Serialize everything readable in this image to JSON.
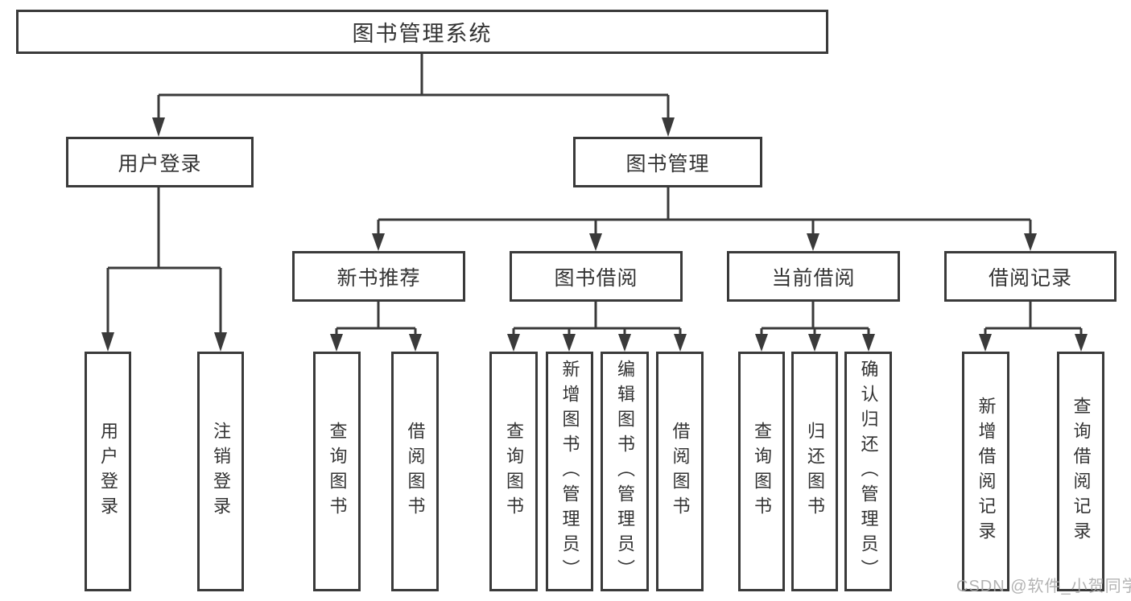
{
  "diagram": {
    "title": "图书管理系统",
    "nodes": {
      "root": {
        "label": "图书管理系统"
      },
      "level2": [
        {
          "id": "user-login",
          "label": "用户登录"
        },
        {
          "id": "book-management",
          "label": "图书管理"
        }
      ],
      "level3": [
        {
          "id": "new-book-recommendation",
          "label": "新书推荐",
          "parent": "图书管理"
        },
        {
          "id": "book-borrowing",
          "label": "图书借阅",
          "parent": "图书管理"
        },
        {
          "id": "current-borrowing",
          "label": "当前借阅",
          "parent": "图书管理"
        },
        {
          "id": "borrowing-records",
          "label": "借阅记录",
          "parent": "图书管理"
        }
      ],
      "leaves": [
        {
          "label": "用户登录",
          "parent": "用户登录"
        },
        {
          "label": "注销登录",
          "parent": "用户登录"
        },
        {
          "label": "查询图书",
          "parent": "新书推荐"
        },
        {
          "label": "借阅图书",
          "parent": "新书推荐"
        },
        {
          "label": "查询图书",
          "parent": "图书借阅"
        },
        {
          "label": "新增图书（管理员）",
          "parent": "图书借阅"
        },
        {
          "label": "编辑图书（管理员）",
          "parent": "图书借阅"
        },
        {
          "label": "借阅图书",
          "parent": "图书借阅"
        },
        {
          "label": "查询图书",
          "parent": "当前借阅"
        },
        {
          "label": "归还图书",
          "parent": "当前借阅"
        },
        {
          "label": "确认归还（管理员）",
          "parent": "当前借阅"
        },
        {
          "label": "新增借阅记录",
          "parent": "借阅记录"
        },
        {
          "label": "查询借阅记录",
          "parent": "借阅记录"
        }
      ]
    },
    "watermark": "CSDN @软件_小贺同学",
    "colors": {
      "line": "#3a3a3a",
      "text": "#333333",
      "background": "#ffffff",
      "watermark": "#a8a8a8"
    }
  }
}
